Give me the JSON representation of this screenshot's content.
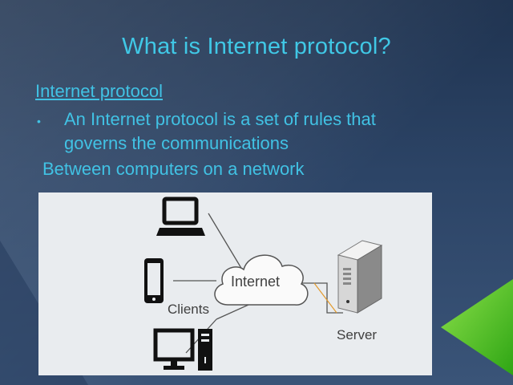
{
  "slide": {
    "title": "What is Internet protocol?",
    "subheading": "Internet protocol",
    "bullet_marker": "•",
    "bullet_text": "An  Internet protocol is a set of rules that governs the communications",
    "continuation": "Between computers on a network"
  },
  "diagram": {
    "cloud_label": "Internet",
    "clients_label": "Clients",
    "server_label": "Server",
    "icons": [
      "laptop-icon",
      "smartphone-icon",
      "desktop-computer-icon",
      "cloud-icon",
      "server-icon"
    ]
  },
  "colors": {
    "background": "#2c4466",
    "text_accent": "#41c2e4",
    "arrow_green": "#3fbf1f",
    "diagram_bg": "#e9ecef"
  }
}
